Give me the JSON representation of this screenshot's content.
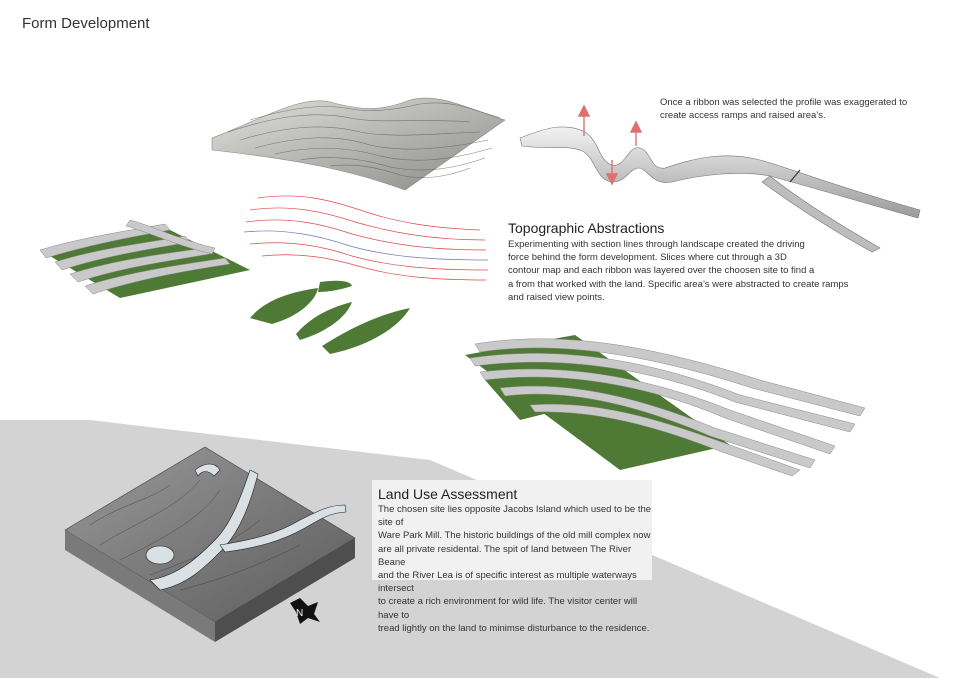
{
  "page": {
    "title": "Form Development"
  },
  "ribbon_note": {
    "text": "Once a ribbon was selected the profile was exaggerated to\ncreate access ramps and raised area’s."
  },
  "topographic": {
    "heading": "Topographic Abstractions",
    "body": "Experimenting with section lines through landscape created the driving\nforce behind the form development. Slices where cut through a 3D\ncontour map and each ribbon was layered over the choosen site to find a\na from that worked with the land. Specific area’s were abstracted to create ramps\nand raised view points."
  },
  "land_use": {
    "heading": "Land Use Assessment",
    "body": "The chosen site lies opposite Jacobs Island which used to be the site of\nWare Park Mill. The historic buildings of the old mill complex now\nare all private residental. The spit of land between The River Beane\nand the River Lea is of specific interest as multiple waterways intersect\nto create a rich environment for wild life. The visitor center will have to\ntread  lightly on the land to minimse disturbance to the residence."
  },
  "colors": {
    "grass": "#4f7a35",
    "ribbon": "#c9c9c9",
    "ground_plane": "#d3d3d3",
    "contour_red": "#e04848",
    "arrow_red": "#e07070"
  }
}
